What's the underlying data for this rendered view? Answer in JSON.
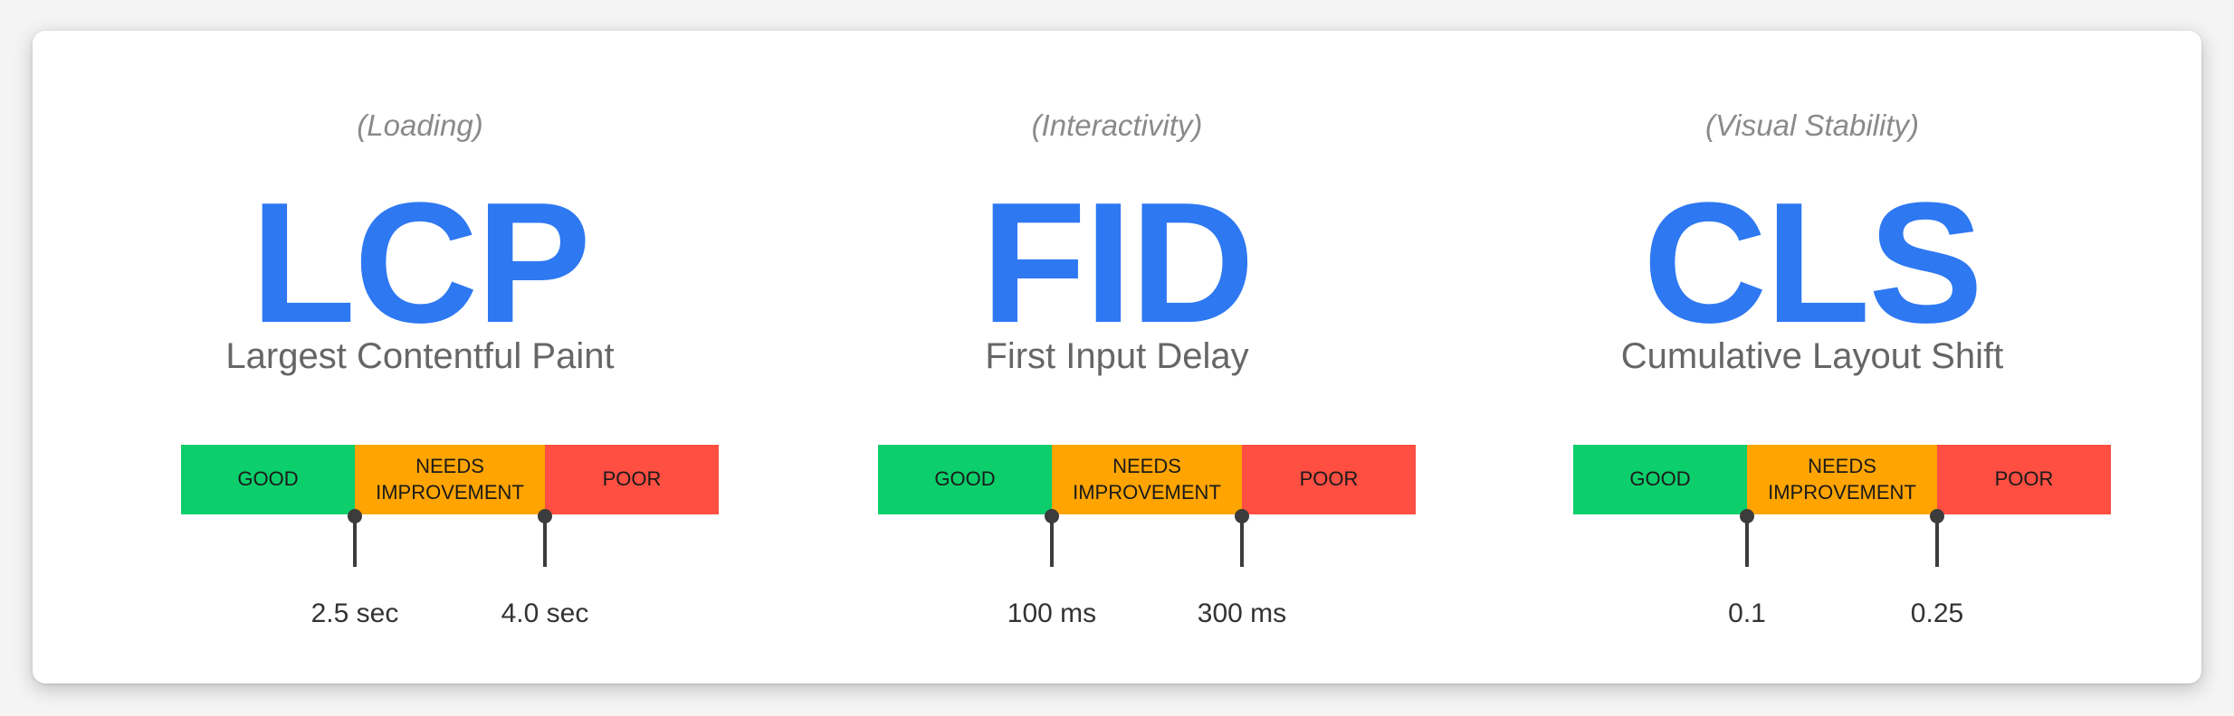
{
  "segments": {
    "good": "GOOD",
    "needs_line1": "NEEDS",
    "needs_line2": "IMPROVEMENT",
    "poor": "POOR"
  },
  "colors": {
    "accent": "#2e78f2",
    "good": "#0cce6b",
    "needs_improvement": "#ffa400",
    "poor": "#ff4e42"
  },
  "metrics": [
    {
      "category": "(Loading)",
      "acronym": "LCP",
      "name": "Largest Contentful Paint",
      "threshold_good": "2.5 sec",
      "threshold_poor": "4.0 sec"
    },
    {
      "category": "(Interactivity)",
      "acronym": "FID",
      "name": "First Input Delay",
      "threshold_good": "100 ms",
      "threshold_poor": "300 ms"
    },
    {
      "category": "(Visual Stability)",
      "acronym": "CLS",
      "name": "Cumulative Layout Shift",
      "threshold_good": "0.1",
      "threshold_poor": "0.25"
    }
  ]
}
